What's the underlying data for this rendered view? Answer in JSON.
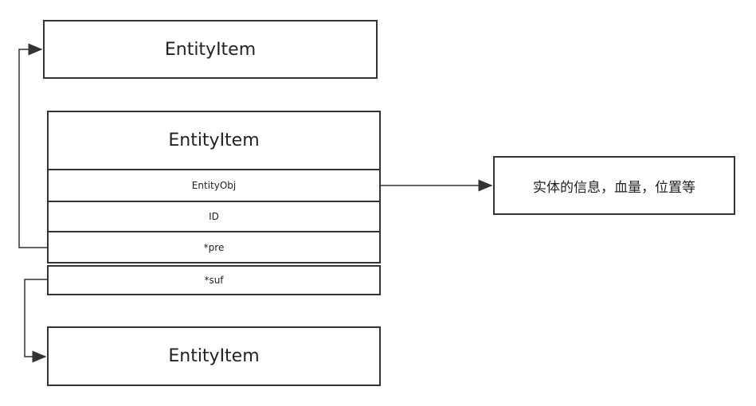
{
  "diagram": {
    "top_box": {
      "label": "EntityItem"
    },
    "center_box": {
      "title": "EntityItem",
      "fields": {
        "entity_obj": "EntityObj",
        "id": "ID",
        "pre": "*pre",
        "suf": "*suf"
      }
    },
    "bottom_box": {
      "label": "EntityItem"
    },
    "info_box": {
      "label": "实体的信息，血量，位置等"
    }
  }
}
